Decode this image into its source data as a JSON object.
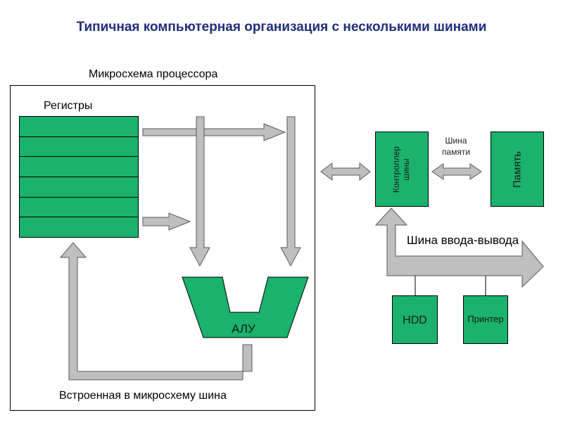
{
  "title": "Типичная компьютерная организация с несколькими шинами",
  "cpu_label": "Микросхема процессора",
  "registers_label": "Регистры",
  "alu_label": "АЛУ",
  "internal_bus_label": "Встроенная в микросхему шина",
  "bus_controller_label": "Контроллер шины",
  "memory_bus_label": "Шина памяти",
  "memory_label": "Память",
  "io_bus_label": "Шина ввода-вывода",
  "hdd_label": "HDD",
  "printer_label": "Принтер",
  "register_count": 6,
  "colors": {
    "green": "#1ab26c",
    "arrow": "#bfbfbf",
    "title": "#1f2e7a"
  }
}
